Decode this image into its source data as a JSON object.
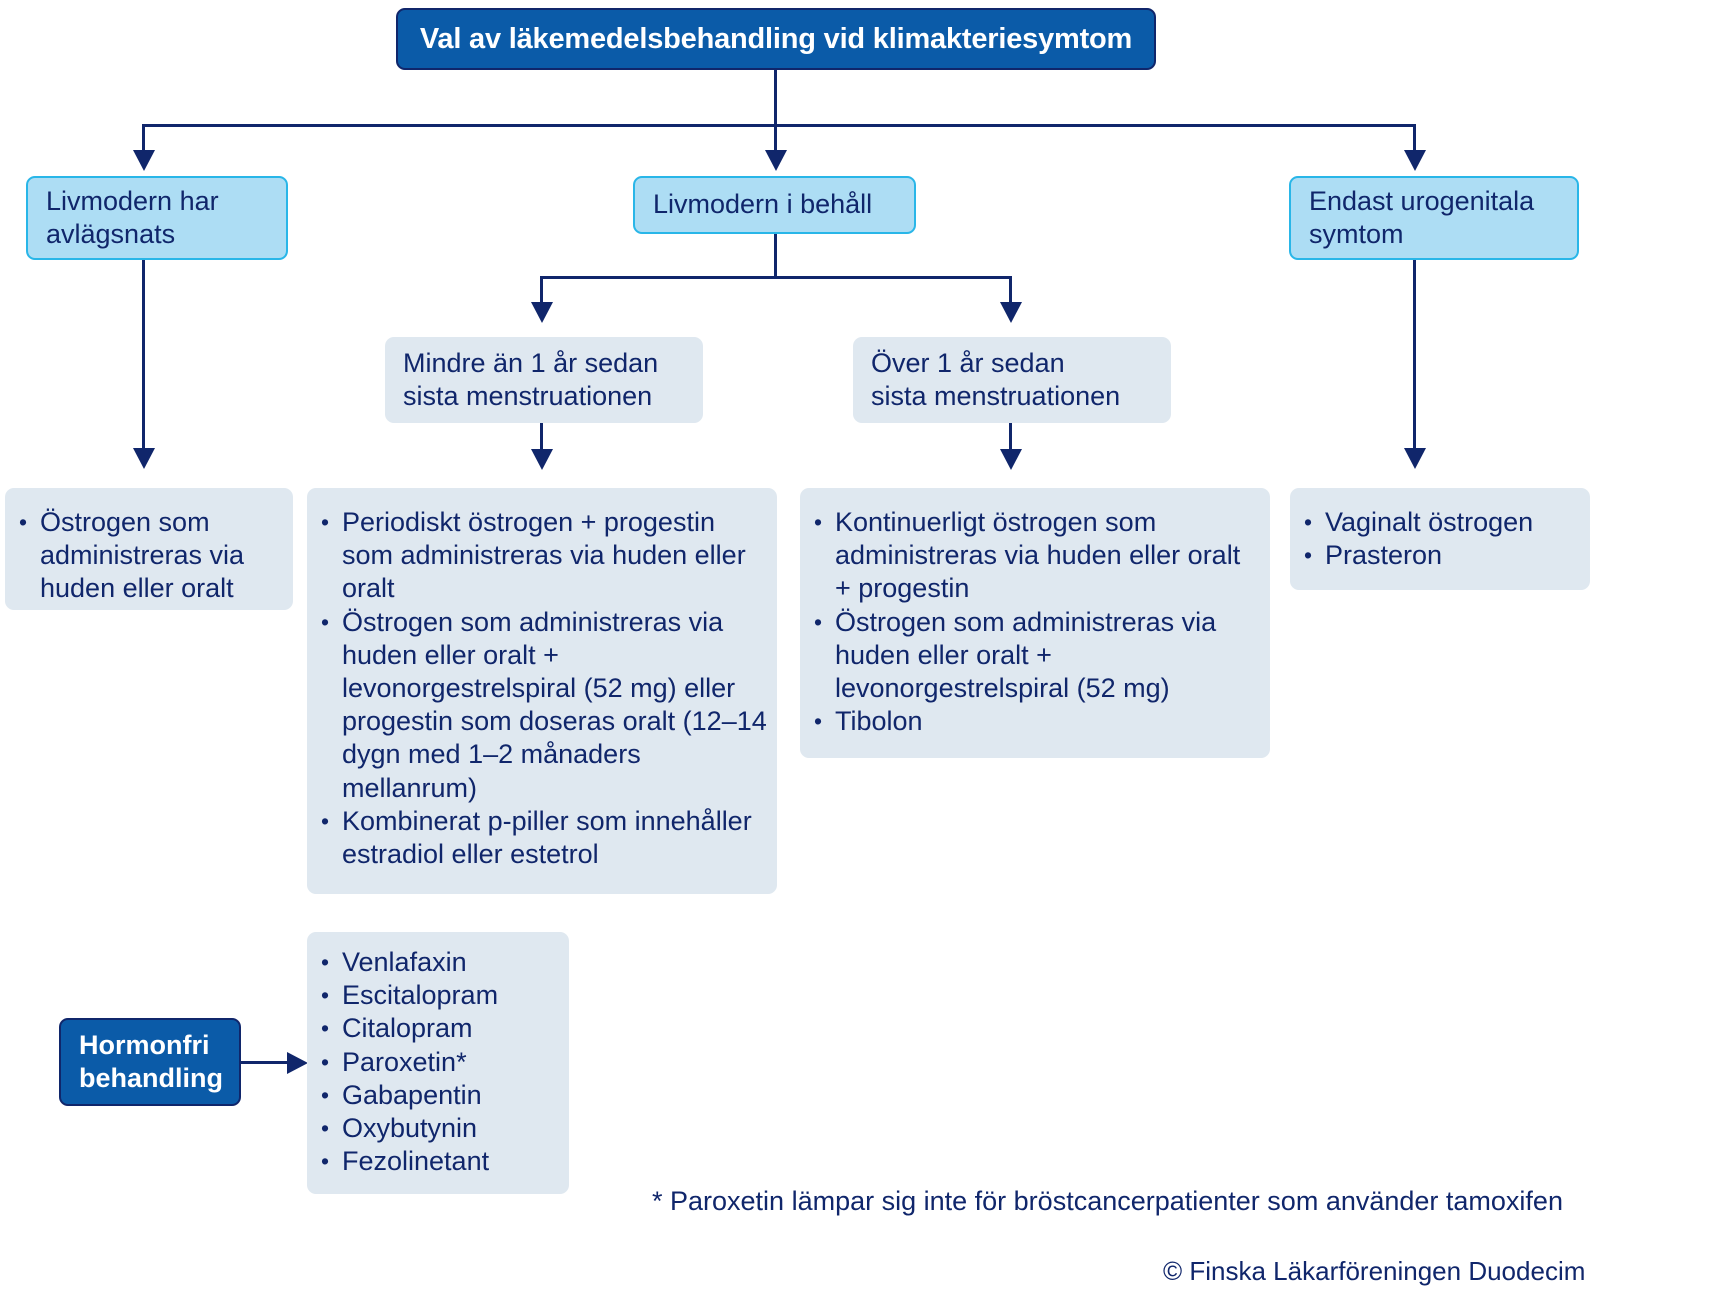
{
  "diagram": {
    "title": "Val av läkemedelsbehandling vid klimakteriesymtom",
    "level1": [
      {
        "id": "uterus-removed",
        "label": "Livmodern har\navlägsnats"
      },
      {
        "id": "uterus-intact",
        "label": "Livmodern i behåll"
      },
      {
        "id": "urogenital-only",
        "label": "Endast urogenitala\nsymtom"
      }
    ],
    "level2": [
      {
        "id": "less-than-1-year",
        "label": "Mindre än 1 år sedan\nsista menstruationen"
      },
      {
        "id": "more-than-1-year",
        "label": "Över 1 år sedan\nsista menstruationen"
      }
    ],
    "outcomes": {
      "uterus_removed": [
        "Östrogen som administreras via huden eller oralt"
      ],
      "less_than_1_year": [
        "Periodiskt östrogen + progestin som administreras via huden eller oralt",
        "Östrogen som administreras via huden eller oralt + levonorgestrelspiral (52 mg) eller progestin som doseras oralt (12–14 dygn med 1–2 månaders mellanrum)",
        "Kombinerat p-piller som innehåller estradiol eller estetrol"
      ],
      "more_than_1_year": [
        "Kontinuerligt östrogen som administreras via huden eller oralt + progestin",
        "Östrogen som administreras via huden eller oralt + levonorgestrelspiral (52 mg)",
        "Tibolon"
      ],
      "urogenital_only": [
        "Vaginalt östrogen",
        "Prasteron"
      ]
    },
    "hormone_free": {
      "label": "Hormonfri\nbehandling",
      "items": [
        "Venlafaxin",
        "Escitalopram",
        "Citalopram",
        "Paroxetin*",
        "Gabapentin",
        "Oxybutynin",
        "Fezolinetant"
      ]
    },
    "footnote": "* Paroxetin lämpar sig inte för bröstcancerpatienter som använder tamoxifen",
    "copyright": "© Finska Läkarföreningen Duodecim",
    "colors": {
      "title_fill": "#0B5BA8",
      "title_border": "#10266B",
      "cyan_fill": "#ADDDF4",
      "cyan_border": "#29B6E8",
      "grey_fill": "#DFE8F0",
      "text_navy": "#10266B",
      "connector": "#10266B"
    }
  }
}
